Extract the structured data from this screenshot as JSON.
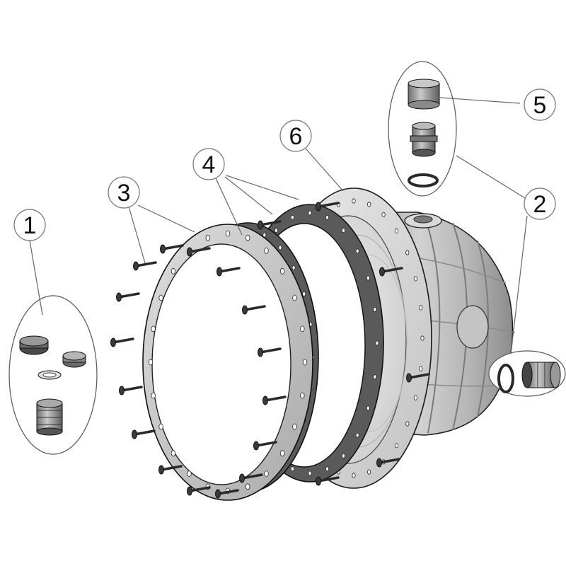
{
  "callouts": {
    "c1": "1",
    "c2": "2",
    "c3": "3",
    "c4": "4",
    "c5": "5",
    "c6": "6"
  },
  "colors": {
    "gasket": "#5a5a5a",
    "ring": "#c8c8c8",
    "housing": "#b8b8b8",
    "outline": "#1a1a1a",
    "leader": "#666666"
  }
}
